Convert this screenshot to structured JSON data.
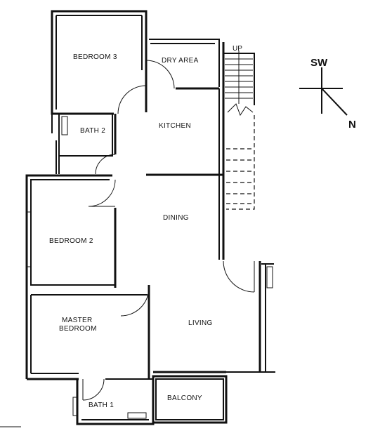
{
  "rooms": {
    "bedroom3": "BEDROOM 3",
    "dry_area": "DRY AREA",
    "kitchen": "KITCHEN",
    "bath2": "BATH 2",
    "bedroom2": "BEDROOM 2",
    "dining": "DINING",
    "master_bedroom_line1": "MASTER",
    "master_bedroom_line2": "BEDROOM",
    "living": "LIVING",
    "bath1": "BATH 1",
    "balcony": "BALCONY"
  },
  "stairs": {
    "label": "UP"
  },
  "compass": {
    "label_sw": "SW",
    "label_n": "N"
  }
}
